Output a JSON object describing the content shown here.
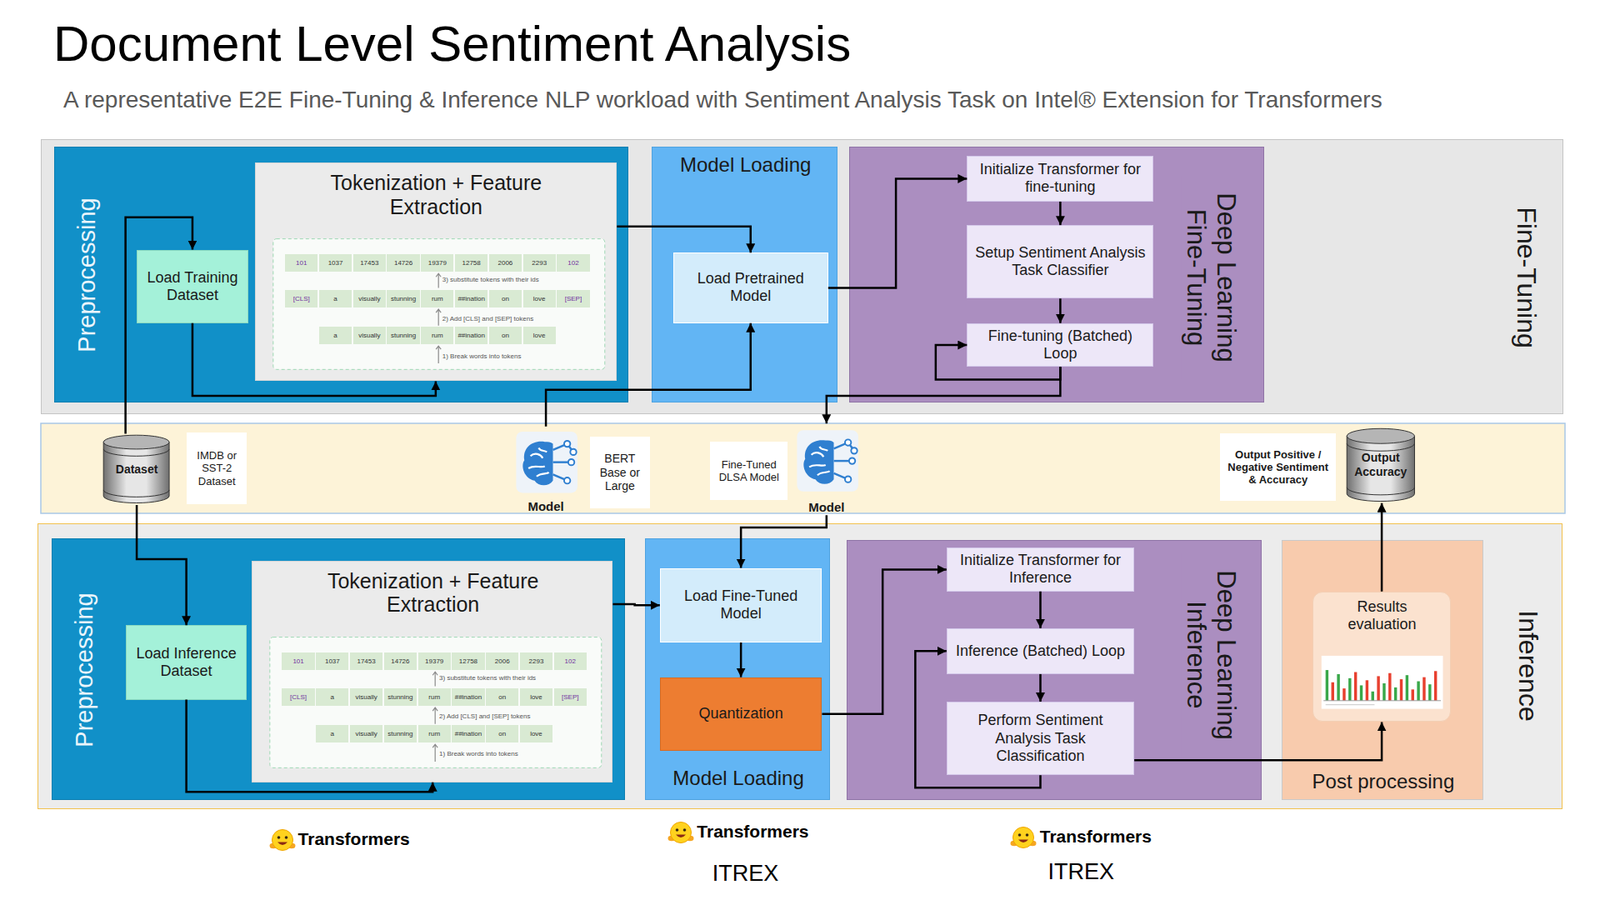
{
  "diagram": {
    "title": "Document Level Sentiment Analysis",
    "caption": "A representative E2E Fine-Tuning & Inference NLP workload with Sentiment Analysis Task on Intel® Extension for Transformers",
    "nodes": [
      {
        "text": [
          "Fine-Tuning"
        ]
      },
      {
        "text": [
          "Preprocessing"
        ],
        "in": 0
      },
      {
        "text": [
          "Load Training Dataset"
        ],
        "in": 1
      },
      {
        "text": [
          "Tokenization + Feature Extraction"
        ],
        "in": 1
      },
      {
        "text": [
          "Model Loading"
        ],
        "in": 0
      },
      {
        "text": [
          "Load Pretrained Model"
        ],
        "in": 4
      },
      {
        "text": [
          "Deep Learning Fine-Tuning"
        ],
        "in": 0
      },
      {
        "text": [
          "Initialize Transformer for fine-tuning"
        ],
        "in": 6
      },
      {
        "text": [
          "Setup Sentiment Analysis Task Classifier"
        ],
        "in": 6
      },
      {
        "text": [
          "Fine-tuning (Batched) Loop"
        ],
        "in": 6
      },
      {
        "text": [
          "Dataset"
        ]
      },
      {
        "text": [
          "IMDB or SST-2 Dataset"
        ]
      },
      {
        "text": [
          "Model"
        ]
      },
      {
        "text": [
          "BERT Base or Large"
        ]
      },
      {
        "text": [
          "Fine-Tuned DLSA Model"
        ]
      },
      {
        "text": [
          "Model"
        ]
      },
      {
        "text": [
          "Output Positive / Negative Sentiment & Accuracy"
        ]
      },
      {
        "text": [
          "Output Accuracy"
        ]
      },
      {
        "text": [
          "Inference"
        ]
      },
      {
        "text": [
          "Preprocessing"
        ],
        "in": 18
      },
      {
        "text": [
          "Load Inference Dataset"
        ],
        "in": 19
      },
      {
        "text": [
          "Tokenization + Feature Extraction"
        ],
        "in": 19
      },
      {
        "text": [
          "Model Loading"
        ],
        "in": 18
      },
      {
        "text": [
          "Load Fine-Tuned Model"
        ],
        "in": 22
      },
      {
        "text": [
          "Quantization"
        ],
        "in": 22
      },
      {
        "text": [
          "Deep Learning Inference"
        ],
        "in": 18
      },
      {
        "text": [
          "Initialize Transformer for Inference"
        ],
        "in": 25
      },
      {
        "text": [
          "Inference (Batched) Loop"
        ],
        "in": 25
      },
      {
        "text": [
          "Perform Sentiment Analysis Task Classification"
        ],
        "in": 25
      },
      {
        "text": [
          "Post processing"
        ],
        "in": 18
      },
      {
        "text": [
          "Results evaluation"
        ],
        "in": 29
      }
    ],
    "edges": [
      {
        "from": 10,
        "to": 2,
        "arrow": "to"
      },
      {
        "from": 2,
        "to": 3,
        "arrow": "to"
      },
      {
        "from": 3,
        "to": 5,
        "arrow": "to"
      },
      {
        "from": 12,
        "to": 5,
        "arrow": "to"
      },
      {
        "from": 5,
        "to": 7,
        "arrow": "to"
      },
      {
        "from": 7,
        "to": 8,
        "arrow": "to"
      },
      {
        "from": 8,
        "to": 9,
        "arrow": "to"
      },
      {
        "from": 9,
        "to": 9,
        "arrow": "to"
      },
      {
        "from": 9,
        "to": 15,
        "arrow": "to"
      },
      {
        "from": 15,
        "to": 23,
        "arrow": "to"
      },
      {
        "from": 10,
        "to": 20,
        "arrow": "to"
      },
      {
        "from": 20,
        "to": 21,
        "arrow": "to"
      },
      {
        "from": 21,
        "to": 23,
        "arrow": "to"
      },
      {
        "from": 23,
        "to": 24,
        "arrow": "to"
      },
      {
        "from": 24,
        "to": 26,
        "arrow": "to"
      },
      {
        "from": 26,
        "to": 27,
        "arrow": "to"
      },
      {
        "from": 27,
        "to": 28,
        "arrow": "to"
      },
      {
        "from": 28,
        "to": 27,
        "arrow": "to"
      },
      {
        "from": 28,
        "to": 30,
        "arrow": "to"
      },
      {
        "from": 30,
        "to": 17,
        "arrow": "to"
      }
    ],
    "labels": [
      "101",
      "1037",
      "17453",
      "14726",
      "19379",
      "12758",
      "2006",
      "2293",
      "102",
      "3) substitute tokens with their ids",
      "[CLS]",
      "a",
      "visually",
      "stunning",
      "rum",
      "##ination",
      "on",
      "love",
      "[SEP]",
      "2) Add [CLS] and [SEP] tokens",
      "a",
      "visually",
      "stunning",
      "rum",
      "##ination",
      "on",
      "love",
      "1) Break words into tokens",
      "101",
      "1037",
      "17453",
      "14726",
      "19379",
      "12758",
      "2006",
      "2293",
      "102",
      "3) substitute tokens with their ids",
      "[CLS]",
      "a",
      "visually",
      "stunning",
      "rum",
      "##ination",
      "on",
      "love",
      "[SEP]",
      "2) Add [CLS] and [SEP] tokens",
      "a",
      "visually",
      "stunning",
      "rum",
      "##ination",
      "on",
      "love",
      "1) Break words into tokens",
      "Transformers",
      "Transformers",
      "ITREX",
      "Transformers",
      "ITREX"
    ]
  }
}
